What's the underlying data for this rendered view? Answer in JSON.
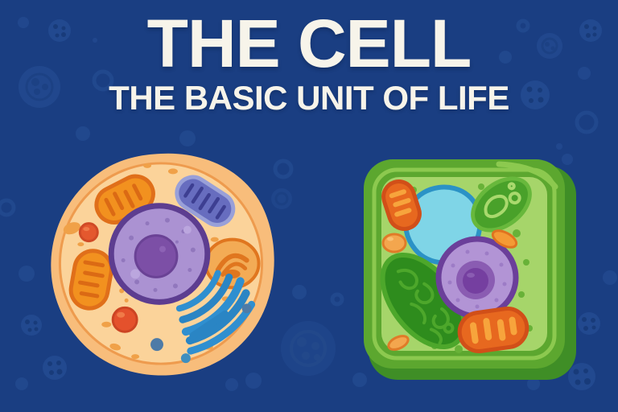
{
  "poster": {
    "title": "THE CELL",
    "subtitle": "THE BASIC UNIT OF LIFE"
  },
  "illustrations": {
    "animal_cell": {
      "name": "animal-cell",
      "organelles": [
        "cell-membrane",
        "cytoplasm",
        "nucleus",
        "nucleolus",
        "mitochondrion-orange",
        "mitochondrion-blue",
        "golgi-apparatus",
        "endoplasmic-reticulum",
        "lysosome",
        "vesicle"
      ]
    },
    "plant_cell": {
      "name": "plant-cell",
      "organelles": [
        "cell-wall",
        "cytoplasm",
        "central-vacuole",
        "nucleus",
        "nucleolus",
        "chloroplast-large",
        "chloroplast-small",
        "mitochondrion",
        "vesicle"
      ]
    }
  },
  "palette": {
    "background": "#1a3e82",
    "bubble": "#2a549c",
    "title_text": "#f7f4ea",
    "animal_membrane": "#f8bd7b",
    "animal_membrane_line": "#ee9b4e",
    "animal_cytoplasm": "#fbd39a",
    "nucleus_fill": "#ab92d2",
    "nucleus_border": "#5d3d90",
    "nucleolus": "#7c4fa6",
    "mitochondrion_orange": "#f2911f",
    "mitochondrion_outline": "#e06f1a",
    "mitochondrion_blue": "#676dbf",
    "mitochondrion_blue_outline": "#99a0d8",
    "er_blue": "#2f8fd0",
    "lysosome_red": "#e4512c",
    "golgi_orange": "#f3ab55",
    "plant_wall": "#5ca72f",
    "plant_wall_shadow": "#3f8e26",
    "plant_wall_highlight": "#8cc94f",
    "plant_cytoplasm": "#a6d56a",
    "vacuole_fill": "#7fd5e7",
    "vacuole_border": "#2b92c6",
    "chloroplast_dark": "#2e8c1d",
    "chloroplast_mid": "#49a12a",
    "plant_nucleus_fill": "#b294d5",
    "plant_nucleus_border": "#6b3f9a"
  }
}
